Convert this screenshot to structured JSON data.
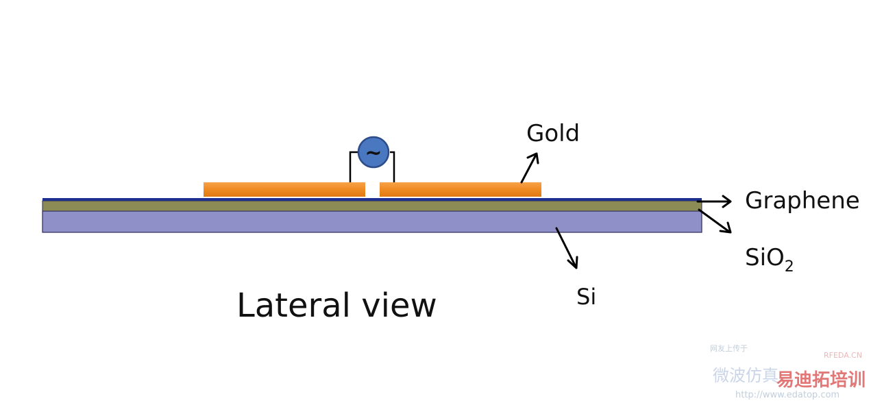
{
  "labels": {
    "gold": "Gold",
    "graphene": "Graphene",
    "sio2_main": "SiO",
    "sio2_sub": "2",
    "si": "Si",
    "view": "Lateral view"
  },
  "source_symbol": "~",
  "colors": {
    "graphene_layer": "#1f2f8f",
    "sio2_layer": "#8c8a55",
    "si_layer": "#9090c8",
    "gold_pad": "#f08a22",
    "source_fill": "#4a78c0",
    "source_stroke": "#2c4d8a",
    "arrow": "#000000"
  },
  "watermark": {
    "line1": "网友上传于",
    "brand": "RFEDA.CN",
    "cn": "微波仿真",
    "cn2": "易迪拓培训",
    "url": "http://www.edatop.com"
  }
}
